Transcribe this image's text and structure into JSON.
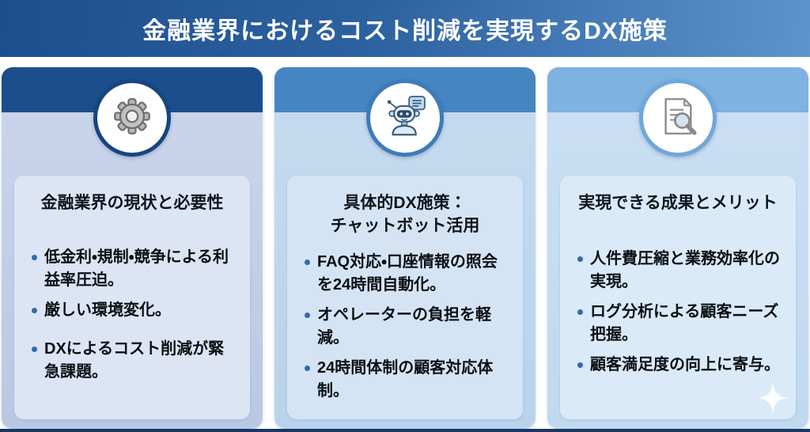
{
  "palette": {
    "header_gradient_from": "#1d4e8e",
    "header_gradient_to": "#5d94cc",
    "footer_bar": "#1a3763",
    "bullet_dot": "#2f6bae",
    "text_color": "#0c0f13"
  },
  "header": {
    "title": "金融業界におけるコスト削減を実現するDX施策"
  },
  "columns": [
    {
      "icon": "gear-icon",
      "title": "金融業界の現状と必要性",
      "bullets": [
        "低金利・規制・競争による利益率圧迫。",
        "厳しい環境変化。",
        "DXによるコスト削減が緊急課題。"
      ],
      "band_color": "#1c4e8e",
      "ring_color": "#17457f",
      "body_top": "#ccd6ec",
      "body_bottom": "#b9c8e4",
      "card_color": "#dde4f4"
    },
    {
      "icon": "chatbot-icon",
      "title": "具体的DX施策：\nチャットボット活用",
      "bullets": [
        "FAQ対応・口座情報の照会を24時間自動化。",
        "オペレーターの負担を軽減。",
        "24時間体制の顧客対応体制。"
      ],
      "band_color": "#4586c2",
      "ring_color": "#3d7cb8",
      "body_top": "#c6dbef",
      "body_bottom": "#b9d3ec",
      "card_color": "#d5e4f4"
    },
    {
      "icon": "document-search-icon",
      "title": "実現できる成果とメリット",
      "bullets": [
        "人件費圧縮と業務効率化の実現。",
        "ログ分析による顧客ニーズ把握。",
        "顧客満足度の向上に寄与。"
      ],
      "band_color": "#7eb2e1",
      "ring_color": "#6fa7da",
      "body_top": "#cbdff3",
      "body_bottom": "#c0d9f0",
      "card_color": "#daeaf8"
    }
  ]
}
